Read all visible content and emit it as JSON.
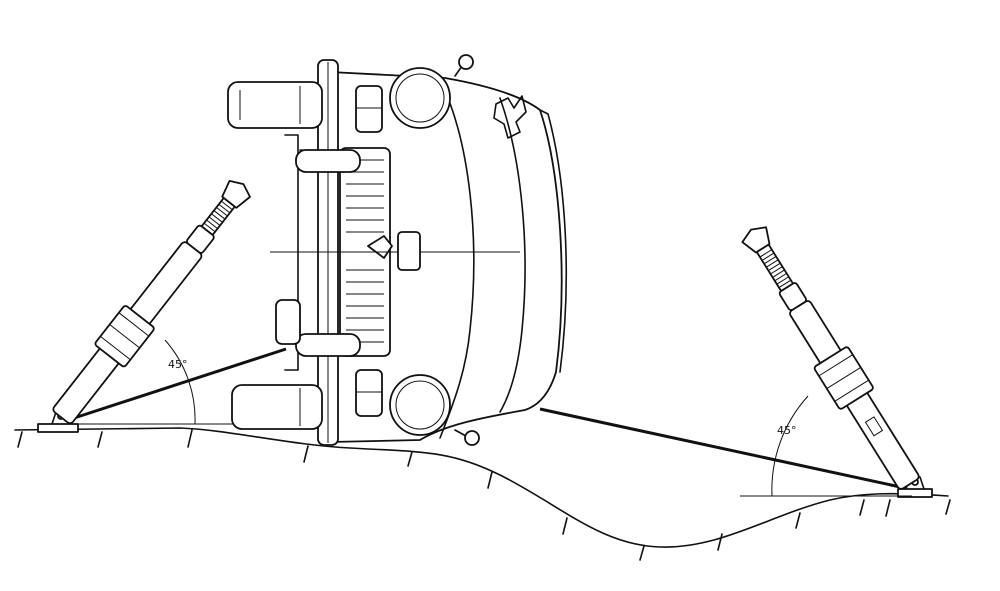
{
  "diagram": {
    "angles": [
      {
        "id": "left-angle",
        "text": "45°"
      },
      {
        "id": "right-angle",
        "text": "45°"
      }
    ]
  }
}
